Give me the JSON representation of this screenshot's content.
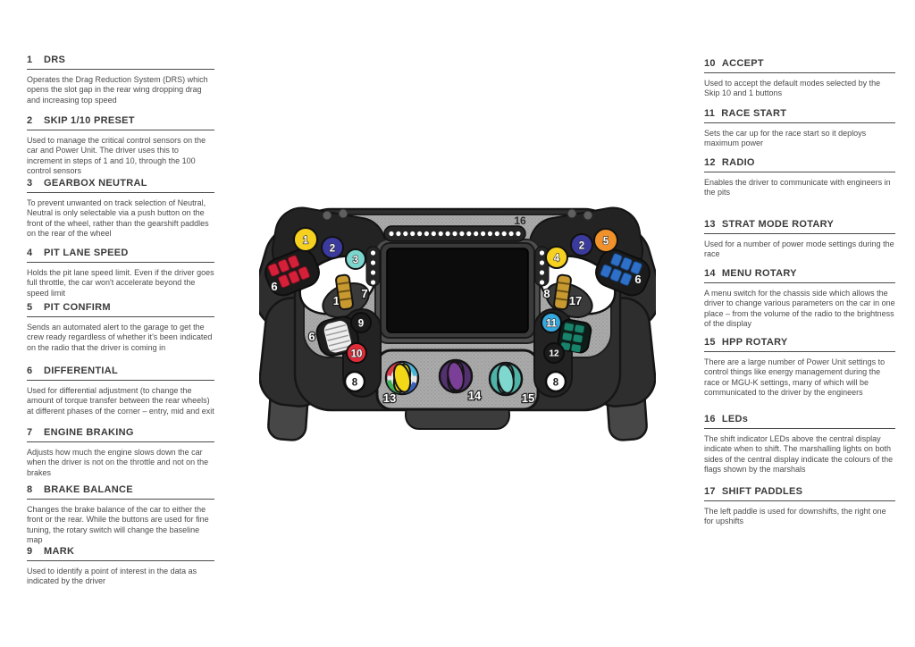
{
  "left_panel": {
    "items": [
      {
        "num": "1",
        "title": "DRS",
        "desc": "Operates the Drag Reduction System (DRS) which opens the slot gap in the rear wing dropping drag and increasing top speed"
      },
      {
        "num": "2",
        "title": "SKIP 1/10 PRESET",
        "desc": "Used to manage the critical control sensors on the car and Power Unit. The driver uses this to increment in steps of 1 and 10, through the 100 control sensors"
      },
      {
        "num": "3",
        "title": "GEARBOX NEUTRAL",
        "desc": "To prevent unwanted on track selection of Neutral, Neutral is only selectable via a push button on the front of the wheel, rather than the gearshift paddles on the rear of the wheel"
      },
      {
        "num": "4",
        "title": "PIT LANE SPEED",
        "desc": "Holds the pit lane speed limit. Even if the driver goes full throttle, the car won't accelerate beyond the speed limit"
      },
      {
        "num": "5",
        "title": "PIT CONFIRM",
        "desc": "Sends an automated alert to the garage to get the crew ready regardless of whether it's been indicated on the radio that the driver is coming in"
      },
      {
        "num": "6",
        "title": "DIFFERENTIAL",
        "desc": "Used for differential adjustment (to change the amount of torque transfer between the rear wheels) at different phases of the corner – entry, mid and exit"
      },
      {
        "num": "7",
        "title": "ENGINE BRAKING",
        "desc": "Adjusts how much the engine slows down the car when the driver is not on the throttle and not on the brakes"
      },
      {
        "num": "8",
        "title": "BRAKE BALANCE",
        "desc": "Changes the brake balance of the car to either the front or the rear. While the buttons are used for fine tuning, the rotary switch will change the baseline map"
      },
      {
        "num": "9",
        "title": "MARK",
        "desc": "Used to identify a point of interest in the data as indicated by the driver"
      }
    ]
  },
  "right_panel": {
    "items": [
      {
        "num": "10",
        "title": "ACCEPT",
        "desc": "Used to accept the default modes selected by the Skip 10 and 1 buttons"
      },
      {
        "num": "11",
        "title": "RACE START",
        "desc": "Sets the car up for the race start so it deploys maximum power"
      },
      {
        "num": "12",
        "title": "RADIO",
        "desc": "Enables the driver to communicate with engineers in the pits"
      },
      {
        "num": "13",
        "title": "STRAT MODE ROTARY",
        "desc": "Used for a number of power mode settings during the race"
      },
      {
        "num": "14",
        "title": "MENU ROTARY",
        "desc": "A menu switch for the chassis side which allows the driver to change various parameters on the car in one place – from the volume of the radio to the brightness of the display"
      },
      {
        "num": "15",
        "title": "HPP ROTARY",
        "desc": "There are a large number of Power Unit settings to control things like energy management during the race or MGU-K settings, many of which will be communicated to the driver by the engineers"
      },
      {
        "num": "16",
        "title": "LEDs",
        "desc": "The shift indicator LEDs above the central display indicate when to shift. The marshalling lights on both sides of the central display indicate the colours of the flags shown by the marshals"
      },
      {
        "num": "17",
        "title": "SHIFT PADDLES",
        "desc": "The left paddle is used for downshifts, the right one for upshifts"
      }
    ]
  },
  "wheel": {
    "callouts": {
      "drs": "1",
      "skip": "2",
      "gearbox_neutral": "3",
      "pit_lane_speed": "4",
      "pit_confirm": "5",
      "differential": "6",
      "engine_braking": "7",
      "brake_balance": "8",
      "mark": "9",
      "accept": "10",
      "race_start": "11",
      "radio": "12",
      "strat_rotary": "13",
      "menu_rotary": "14",
      "hpp_rotary": "15",
      "leds": "16",
      "shift_paddles": "17"
    },
    "colors": {
      "drs_button": "#f6d11f",
      "skip_button": "#3b3a9e",
      "neutral_button": "#7bd7ce",
      "pit_lane_button": "#f6d11f",
      "pit_confirm_button": "#f0912c",
      "accept_button": "#e02b38",
      "race_start_button": "#35a8de",
      "mark_button": "#1b1b1b",
      "radio_button": "#1b1b1b",
      "strat_knob": "#f3d818",
      "menu_knob": "#7b3f98",
      "hpp_knob": "#7fd8cf",
      "diff_rocker_red": "#d42038",
      "brake_rocker_blue": "#2e6fc8",
      "radio_rocker_green": "#18836b",
      "thumb_rotary_gold": "#c8992f"
    }
  }
}
